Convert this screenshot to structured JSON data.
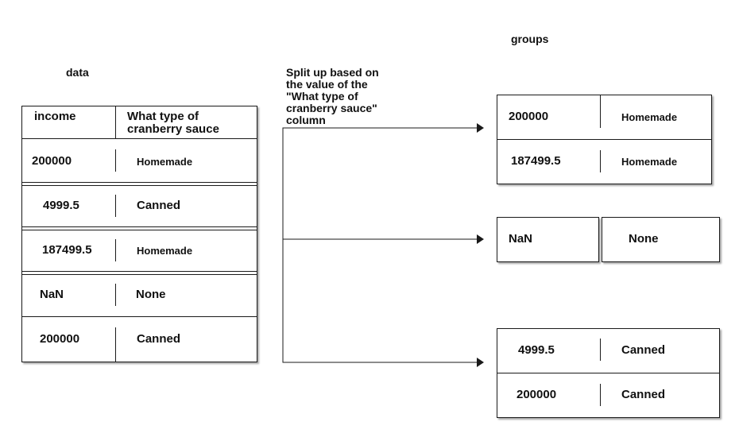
{
  "data_label": "data",
  "groups_label": "groups",
  "split_label": "Split up based on\nthe value of the\n\"What type of\ncranberry sauce\"\ncolumn",
  "data_table": {
    "headers": [
      "income",
      "What type of\ncranberry sauce"
    ],
    "rows": [
      [
        "200000",
        "Homemade"
      ],
      [
        "4999.5",
        "Canned"
      ],
      [
        "187499.5",
        "Homemade"
      ],
      [
        "NaN",
        "None"
      ],
      [
        "200000",
        "Canned"
      ]
    ]
  },
  "groups": [
    {
      "rows": [
        [
          "200000",
          "Homemade"
        ],
        [
          "187499.5",
          "Homemade"
        ]
      ]
    },
    {
      "rows": [
        [
          "NaN",
          "None"
        ]
      ]
    },
    {
      "rows": [
        [
          "4999.5",
          "Canned"
        ],
        [
          "200000",
          "Canned"
        ]
      ]
    }
  ]
}
